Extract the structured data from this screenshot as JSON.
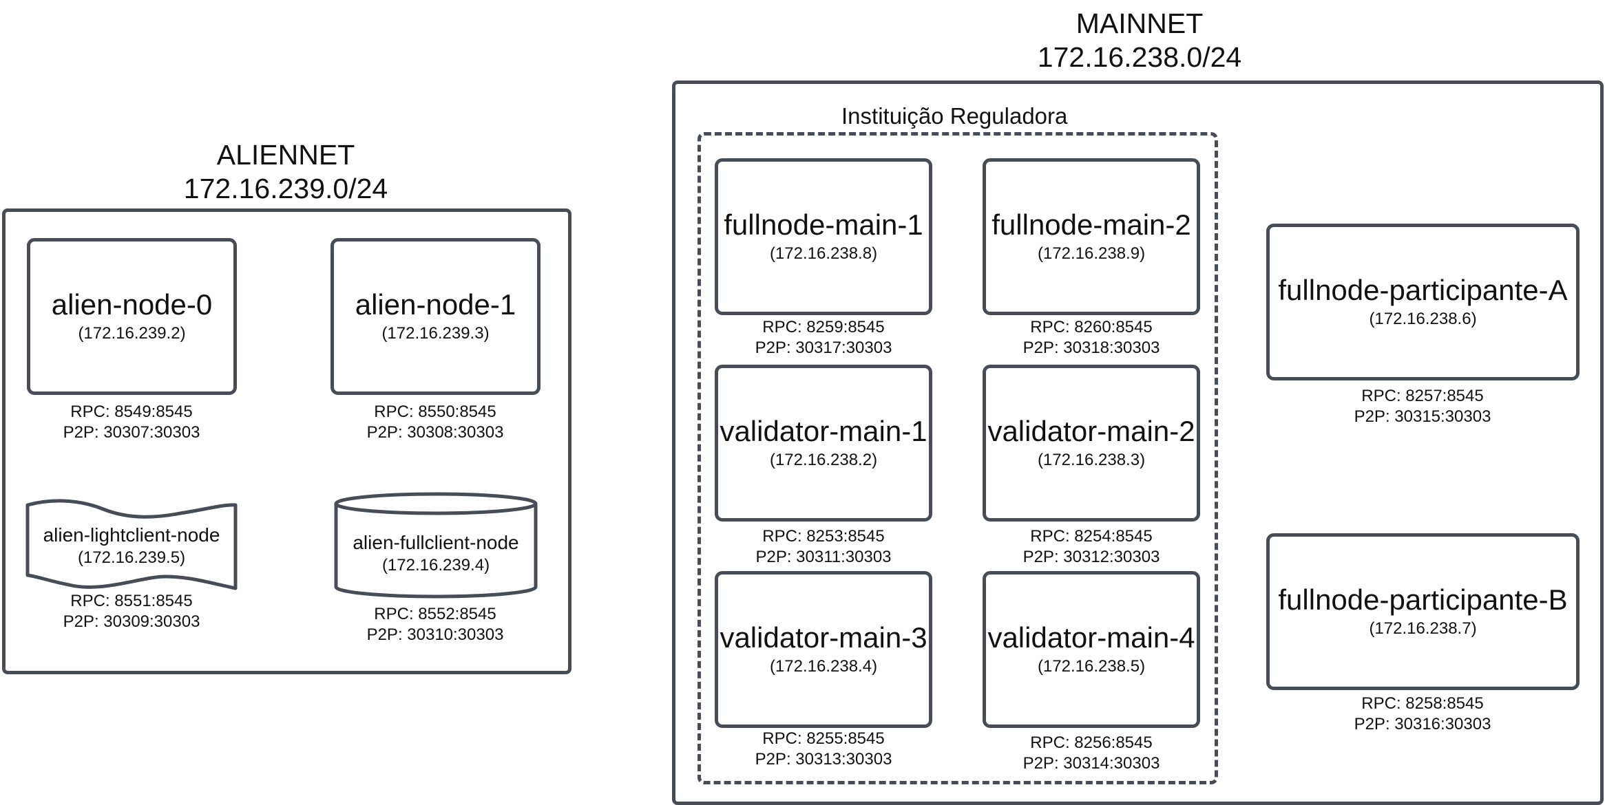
{
  "alien": {
    "title": "ALIENNET",
    "subnet": "172.16.239.0/24",
    "nodes": [
      {
        "name": "alien-node-0",
        "ip": "(172.16.239.2)",
        "rpc": "RPC: 8549:8545",
        "p2p": "P2P: 30307:30303"
      },
      {
        "name": "alien-node-1",
        "ip": "(172.16.239.3)",
        "rpc": "RPC: 8550:8545",
        "p2p": "P2P: 30308:30303"
      },
      {
        "name": "alien-lightclient-node",
        "ip": "(172.16.239.5)",
        "rpc": "RPC: 8551:8545",
        "p2p": "P2P: 30309:30303"
      },
      {
        "name": "alien-fullclient-node",
        "ip": "(172.16.239.4)",
        "rpc": "RPC: 8552:8545",
        "p2p": "P2P: 30310:30303"
      }
    ]
  },
  "main": {
    "title": "MAINNET",
    "subnet": "172.16.238.0/24",
    "group_label": "Instituição Reguladora",
    "nodes": [
      {
        "name": "fullnode-main-1",
        "ip": "(172.16.238.8)",
        "rpc": "RPC: 8259:8545",
        "p2p": "P2P: 30317:30303"
      },
      {
        "name": "fullnode-main-2",
        "ip": "(172.16.238.9)",
        "rpc": "RPC: 8260:8545",
        "p2p": "P2P: 30318:30303"
      },
      {
        "name": "validator-main-1",
        "ip": "(172.16.238.2)",
        "rpc": "RPC: 8253:8545",
        "p2p": "P2P: 30311:30303"
      },
      {
        "name": "validator-main-2",
        "ip": "(172.16.238.3)",
        "rpc": "RPC: 8254:8545",
        "p2p": "P2P: 30312:30303"
      },
      {
        "name": "validator-main-3",
        "ip": "(172.16.238.4)",
        "rpc": "RPC: 8255:8545",
        "p2p": "P2P: 30313:30303"
      },
      {
        "name": "validator-main-4",
        "ip": "(172.16.238.5)",
        "rpc": "RPC: 8256:8545",
        "p2p": "P2P: 30314:30303"
      },
      {
        "name": "fullnode-participante-A",
        "ip": "(172.16.238.6)",
        "rpc": "RPC: 8257:8545",
        "p2p": "P2P: 30315:30303"
      },
      {
        "name": "fullnode-participante-B",
        "ip": "(172.16.238.7)",
        "rpc": "RPC: 8258:8545",
        "p2p": "P2P: 30316:30303"
      }
    ]
  }
}
